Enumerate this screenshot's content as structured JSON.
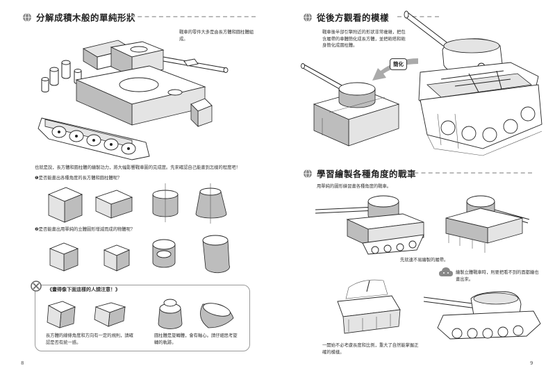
{
  "left": {
    "heading": "分解成積木般的單純形狀",
    "tank_note": "戰車的零件大多是由長方體和圓柱體組成。",
    "intro": "也就是說，長方體和圓柱體的繪製功力，將大幅影響戰車圖的完成度。先來確認自己能畫到怎樣的程度吧！",
    "q1": "❶是否能畫出各種角度的長方體和圓柱體呢？",
    "q2": "❷是否能畫出用單純的立體圖形增減而成的物體呢？",
    "caution_title": "《畫得像下面這樣的人請注意！》",
    "caution_text1": "長方體的線條角度和方向有一定的規則，請確認是否有統一感。",
    "caution_text2": "圓柱體是旋轉體，會有軸心。請仔細思考旋轉的軌跡。",
    "page_number": "8"
  },
  "right": {
    "heading1": "從後方觀看的模樣",
    "text1": "戰車後半部引擎附近的形狀非常複雜，把包含履帶的車體簡化成長方體，並把砲塔和砲身簡化成圓柱體。",
    "simplify_label": "簡化",
    "heading2": "學習繪製各種角度的戰車",
    "text2": "用單純的圖形練習畫各種角度的戰車。",
    "note1": "先就連不易繪製的履帶。",
    "tip": "繪製立體戰車時，則要把看不到的面都繪也畫出來。",
    "note2": "一開始不必考慮長度和比例，重大了自然能掌握正確的模樣。",
    "page_number": "9"
  },
  "icons": {
    "heading": "globe-icon",
    "caution": "prohibit-icon",
    "tip": "cloud-icon",
    "simplify": "arrow-left-icon"
  }
}
